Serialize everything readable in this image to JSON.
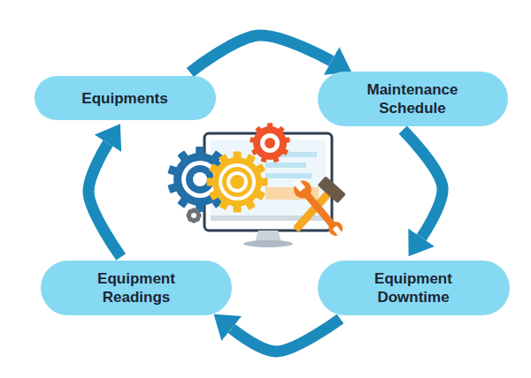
{
  "diagram": {
    "nodes": [
      {
        "text": [
          "Equipments"
        ]
      },
      {
        "text": [
          "Maintenance Schedule"
        ]
      },
      {
        "text": [
          "Equipment Downtime"
        ]
      },
      {
        "text": [
          "Equipment Readings"
        ]
      }
    ],
    "edges": [
      {
        "from": 0,
        "to": 1,
        "arrow": "to"
      },
      {
        "from": 1,
        "to": 2,
        "arrow": "to"
      },
      {
        "from": 2,
        "to": 3,
        "arrow": "to"
      },
      {
        "from": 3,
        "to": 0,
        "arrow": "to"
      }
    ]
  }
}
